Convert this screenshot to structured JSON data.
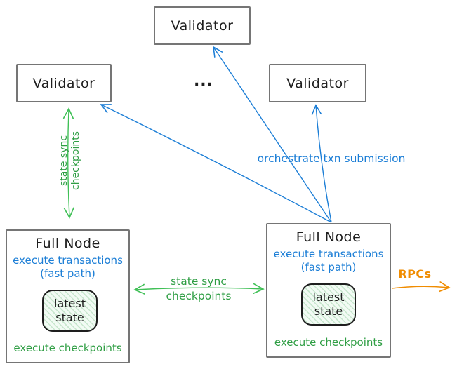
{
  "nodes": {
    "validator_top": {
      "label": "Validator"
    },
    "validator_left": {
      "label": "Validator"
    },
    "validator_right": {
      "label": "Validator"
    },
    "ellipsis": "...",
    "full_node_left": {
      "title": "Full Node",
      "exec_transactions": "execute transactions",
      "fast_path": "(fast path)",
      "latest": "latest",
      "state": "state",
      "exec_checkpoints": "execute checkpoints"
    },
    "full_node_right": {
      "title": "Full Node",
      "exec_transactions": "execute transactions",
      "fast_path": "(fast path)",
      "latest": "latest",
      "state": "state",
      "exec_checkpoints": "execute checkpoints"
    }
  },
  "edge_labels": {
    "orchestrate": "orchestrate txn submission",
    "state_sync_vertical_line1": "state sync",
    "state_sync_vertical_line2": "checkpoints",
    "state_sync_horizontal_line1": "state sync",
    "state_sync_horizontal_line2": "checkpoints",
    "rpcs": "RPCs"
  },
  "colors": {
    "blue": "#1c7ed6",
    "green_text": "#2f9e44",
    "green_arrow": "#40c057",
    "orange": "#f08c00",
    "node_border": "#757575",
    "text": "#1e1e1e"
  }
}
